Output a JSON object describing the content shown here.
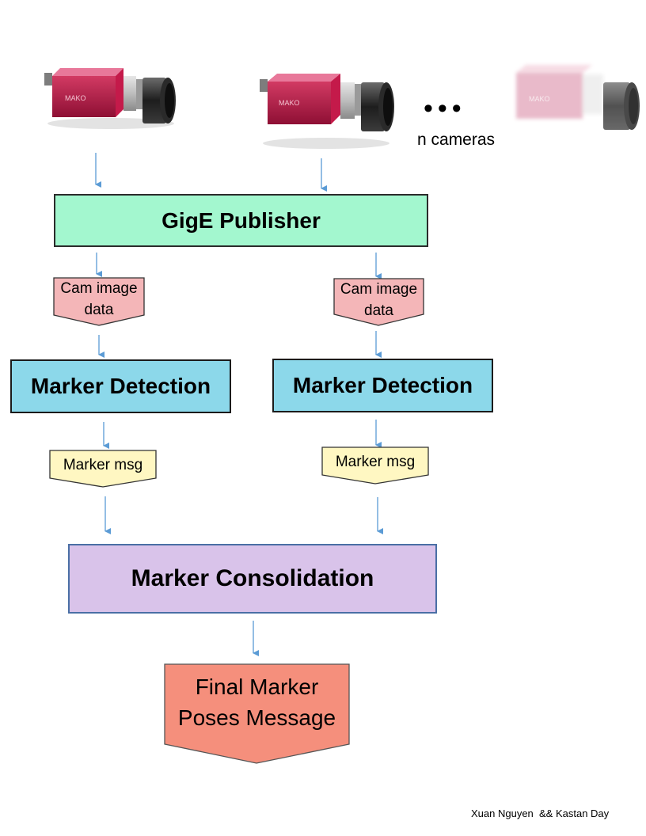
{
  "cameras": {
    "brand": "MAKO",
    "more_indicator": "•••",
    "count_label": "n cameras"
  },
  "nodes": {
    "publisher": "GigE Publisher",
    "detection_left": "Marker Detection",
    "detection_right": "Marker Detection",
    "consolidation": "Marker Consolidation"
  },
  "messages": {
    "cam_image_left_line1": "Cam image",
    "cam_image_left_line2": "data",
    "cam_image_right_line1": "Cam image",
    "cam_image_right_line2": "data",
    "marker_msg_left": "Marker msg",
    "marker_msg_right": "Marker msg",
    "final_line1": "Final Marker",
    "final_line2": "Poses Message"
  },
  "credit": "Xuan Nguyen  && Kastan Day",
  "colors": {
    "publisher": "#a3f7cf",
    "detection": "#8cd8ea",
    "consolidation": "#d9c3ea",
    "cam_image": "#f4b6b8",
    "marker_msg": "#fff7c2",
    "final": "#f58f7c",
    "arrow": "#5b9bd5",
    "camera_body": "#b0123f"
  }
}
